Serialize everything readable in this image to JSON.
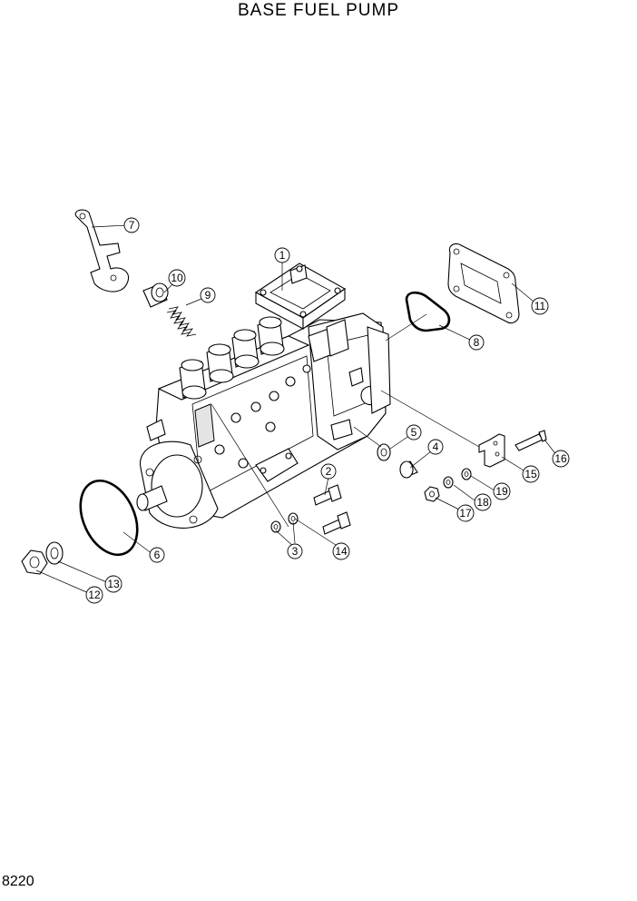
{
  "title": "BASE FUEL PUMP",
  "page_code": "8220",
  "callouts": [
    "1",
    "2",
    "3",
    "4",
    "5",
    "6",
    "7",
    "8",
    "9",
    "10",
    "11",
    "12",
    "13",
    "14",
    "15",
    "16",
    "17",
    "18",
    "19"
  ]
}
